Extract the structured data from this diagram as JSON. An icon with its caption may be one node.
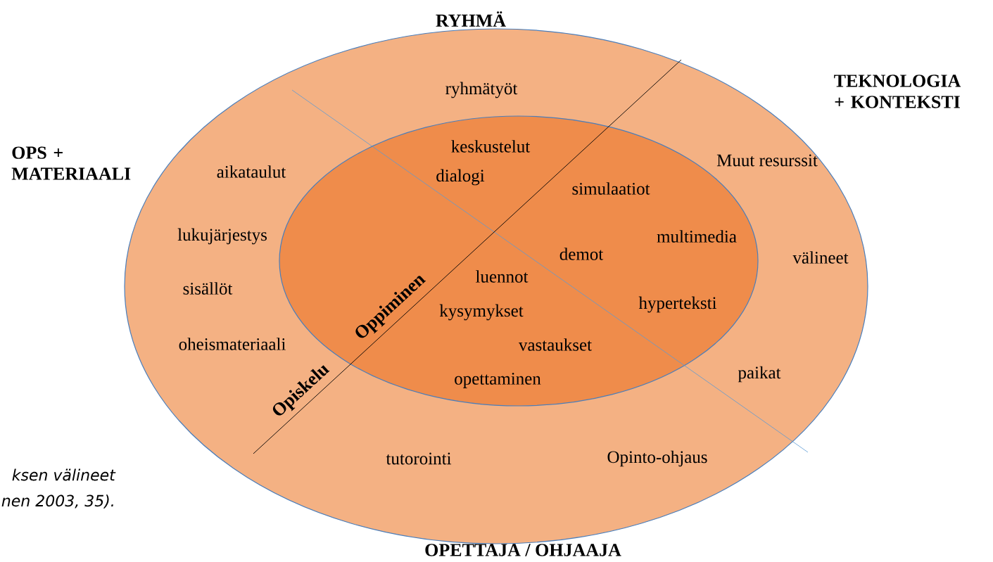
{
  "diagram": {
    "nodes": [
      {
        "text": [
          "ryhmätyöt",
          "aikataulut",
          "lukujärjestys",
          "sisällöt",
          "oheismateriaali",
          "Muut resurssit",
          "välineet",
          "paikat",
          "tutorointi",
          "Opinto-ohjaus"
        ]
      },
      {
        "text": [
          "keskustelut",
          "dialogi",
          "simulaatiot",
          "multimedia",
          "demot",
          "luennot",
          "hyperteksti",
          "kysymykset",
          "vastaukset",
          "opettaminen"
        ],
        "in": 0
      }
    ],
    "edges": [],
    "labels": [
      "RYHMÄ",
      "TEKNOLOGIA + KONTEKSTI",
      "OPS + MATERIAALI",
      "Oppiminen",
      "Opiskelu",
      "ksen välineet",
      "nen 2003, 35).",
      "OPETTAJA / OHJAAJA"
    ]
  }
}
